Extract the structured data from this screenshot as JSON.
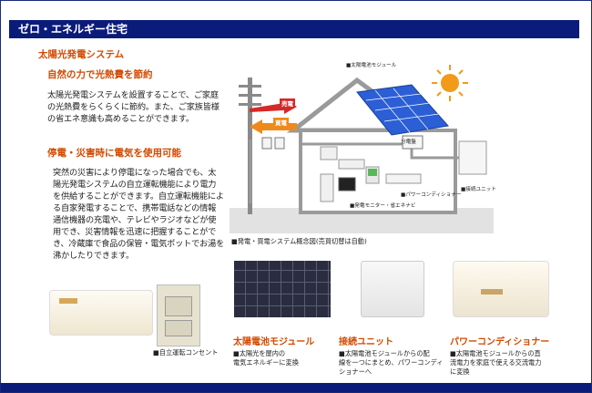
{
  "header": {
    "title": "ゼロ・エネルギー住宅"
  },
  "solar": {
    "section_title": "太陽光発電システム",
    "sub1_title": "自然の力で光熱費を節約",
    "sub1_text": [
      "太陽光発電システムを設置することで、ご家庭",
      "の光熱費をらくらくに節約。また、ご家族皆様",
      "の省エネ意識も高めることができます。"
    ],
    "sub2_title": "停電・災害時に電気を使用可能",
    "sub2_text": [
      "突然の災害により停電になった場合でも、太",
      "陽光発電システムの自立運転機能により電力",
      "を供給することができます。自立運転機能によ",
      "る自家発電することで、携帯電話などの情報",
      "通信機器の充電や、テレビやラジオなどが使",
      "用でき、災害情報を迅速に把握することがで",
      "き、冷蔵庫で食品の保管・電気ポットでお湯を",
      "沸かしたりできます。"
    ]
  },
  "diagram": {
    "caption": "■発電・買電システム概念図(売買切替は自動)",
    "labels": {
      "solar_module": "■太陽電池モジュール",
      "sell": "売電",
      "buy": "買電",
      "distribution_board": "分電盤",
      "power_conditioner": "■パワーコンディショナー",
      "junction_box": "■接続ユニット",
      "monitor": "■発電モニター・省エネナビ"
    }
  },
  "outlet": {
    "caption": "■自立運転コンセント"
  },
  "products": [
    {
      "title": "太陽電池モジュール",
      "desc": [
        "■太陽光を屋内の",
        "電気エネルギーに変換"
      ]
    },
    {
      "title": "接続ユニット",
      "desc": [
        "■太陽電池モジュールからの配",
        "線を一つにまとめ、パワーコンディ",
        "ショナーへ"
      ]
    },
    {
      "title": "パワーコンディショナー",
      "desc": [
        "■太陽電池モジュールからの直",
        "流電力を家庭で使える交流電力",
        "に変換"
      ]
    }
  ],
  "colors": {
    "navy": "#0b1b7a",
    "accent": "#d24a00",
    "solar_blue": "#2c5fd6",
    "sun": "#f29a1a",
    "sell_red": "#d62828",
    "buy_orange": "#ef8a1a"
  }
}
